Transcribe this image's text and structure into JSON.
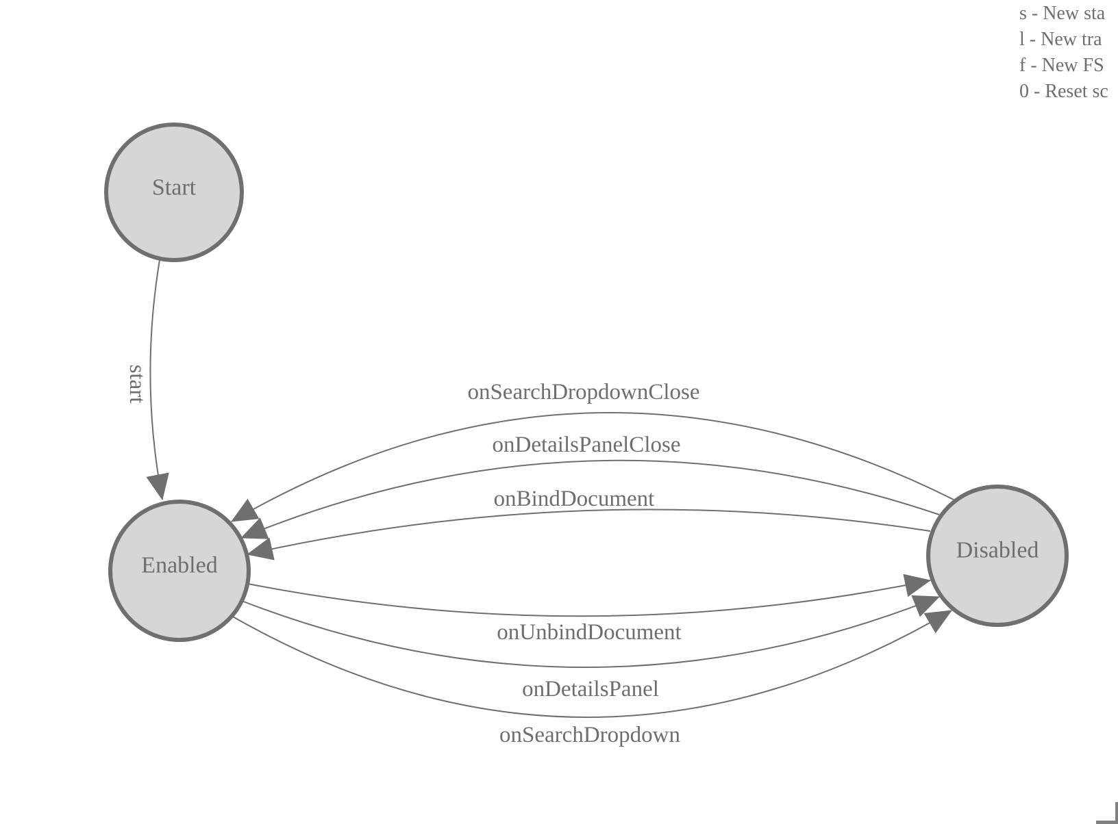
{
  "canvas": {
    "background": "#ffffff",
    "node_fill": "#d6d6d6",
    "node_border": "#6f6f6f",
    "edge_color": "#6f6f6f",
    "text_color": "#6e6e6e",
    "corner_color": "#808080"
  },
  "legend": {
    "lines": [
      "s - New sta",
      "l - New tra",
      "f - New FS",
      "0 - Reset sc"
    ]
  },
  "nodes": [
    {
      "id": "start",
      "label": "Start"
    },
    {
      "id": "enabled",
      "label": "Enabled"
    },
    {
      "id": "disabled",
      "label": "Disabled"
    }
  ],
  "edges": [
    {
      "label": "start",
      "from": "start",
      "to": "enabled"
    },
    {
      "label": "onSearchDropdownClose",
      "from": "disabled",
      "to": "enabled"
    },
    {
      "label": "onDetailsPanelClose",
      "from": "disabled",
      "to": "enabled"
    },
    {
      "label": "onBindDocument",
      "from": "disabled",
      "to": "enabled"
    },
    {
      "label": "onUnbindDocument",
      "from": "enabled",
      "to": "disabled"
    },
    {
      "label": "onDetailsPanel",
      "from": "enabled",
      "to": "disabled"
    },
    {
      "label": "onSearchDropdown",
      "from": "enabled",
      "to": "disabled"
    }
  ]
}
